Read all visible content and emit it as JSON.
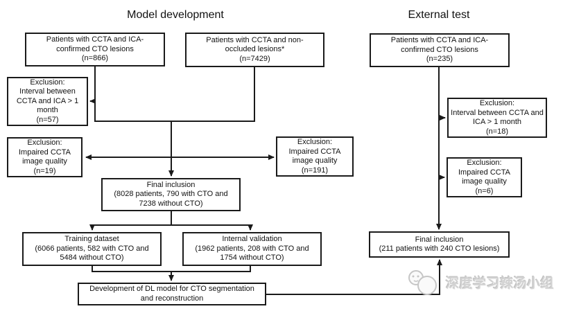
{
  "headers": {
    "model_development": "Model development",
    "external_test": "External test"
  },
  "model_development": {
    "cohort_cto": "Patients with CCTA and ICA-\nconfirmed CTO lesions\n(n=866)",
    "cohort_non_occluded": "Patients with CCTA and non-\noccluded lesions*\n(n=7429)",
    "exclusion_interval": "Exclusion:\nInterval between\nCCTA and ICA > 1\nmonth\n(n=57)",
    "exclusion_quality_cto": "Exclusion:\nImpaired CCTA\nimage quality\n(n=19)",
    "exclusion_quality_non_occluded": "Exclusion:\nImpaired CCTA\nimage quality\n(n=191)",
    "final_inclusion": "Final inclusion\n(8028 patients, 790 with CTO and\n7238 without CTO)",
    "training_dataset": "Training dataset\n(6066 patients, 582 with CTO and\n5484 without CTO)",
    "internal_validation": "Internal validation\n(1962 patients, 208 with CTO and\n1754 without CTO)",
    "development": "Development of DL model for CTO segmentation\nand reconstruction"
  },
  "external_test": {
    "cohort_cto": "Patients with CCTA and ICA-\nconfirmed CTO lesions\n(n=235)",
    "exclusion_interval": "Exclusion:\nInterval between CCTA and\nICA > 1 month\n(n=18)",
    "exclusion_quality": "Exclusion:\nImpaired CCTA\nimage quality\n(n=6)",
    "final_inclusion": "Final inclusion\n(211 patients with 240 CTO lesions)"
  },
  "watermark": {
    "text": "深度学习辣汤小组"
  },
  "colors": {
    "line": "#1a1a1a",
    "box_border": "#1a1a1a",
    "watermark_text": "#d2d2d2"
  }
}
